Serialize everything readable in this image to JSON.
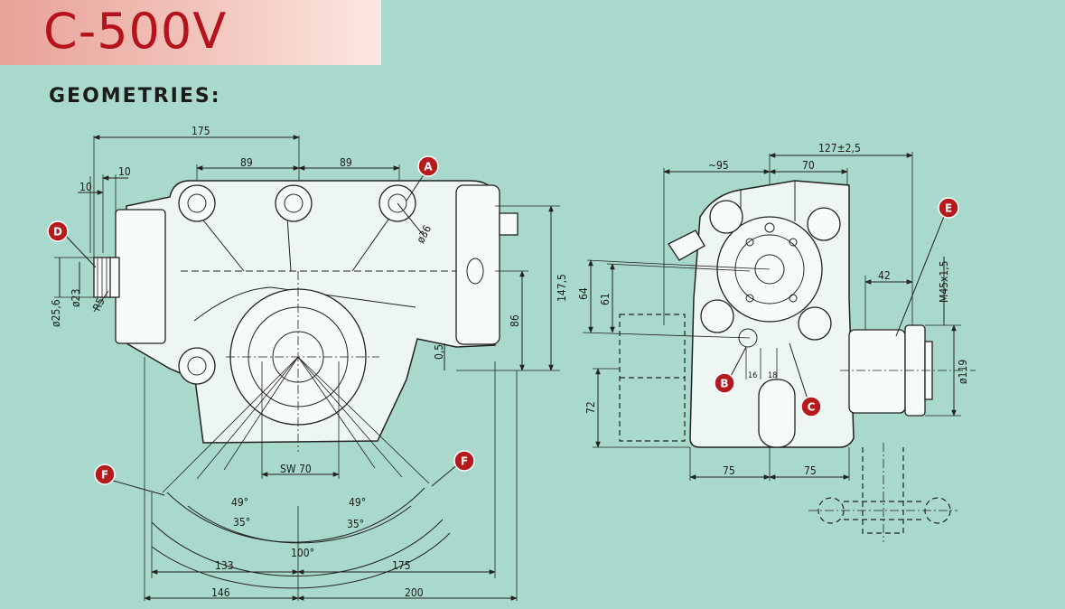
{
  "header": {
    "title": "C-500V"
  },
  "section": {
    "heading": "GEOMETRIES:"
  },
  "dimensions": {
    "d175_top": "175",
    "d89_left": "89",
    "d89_right": "89",
    "d10_a": "10",
    "d10_b": "10",
    "d36": "ø36",
    "d147_5": "147,5",
    "d86": "86",
    "d0_5": "0,5",
    "d25_6": "ø25,6",
    "d23": "ø23",
    "dR5": "R5",
    "sw70": "SW 70",
    "a49_l": "49°",
    "a49_r": "49°",
    "a35_l": "35°",
    "a35_r": "35°",
    "a100": "100°",
    "d133": "133",
    "d175_bot": "175",
    "d146": "146",
    "d200": "200",
    "d127": "127±2,5",
    "d95": "~95",
    "d70": "70",
    "d64": "64",
    "d61": "61",
    "d72": "72",
    "d16": "16",
    "d18": "18",
    "d42": "42",
    "dM45": "M45x1,5",
    "d119": "ø119",
    "d75_l": "75",
    "d75_r": "75"
  },
  "markers": {
    "A": "A",
    "B": "B",
    "C": "C",
    "D": "D",
    "E": "E",
    "F1": "F",
    "F2": "F"
  },
  "colors": {
    "background": "#a9d8cc",
    "marker": "#b51a1c",
    "title": "#b4121d"
  }
}
